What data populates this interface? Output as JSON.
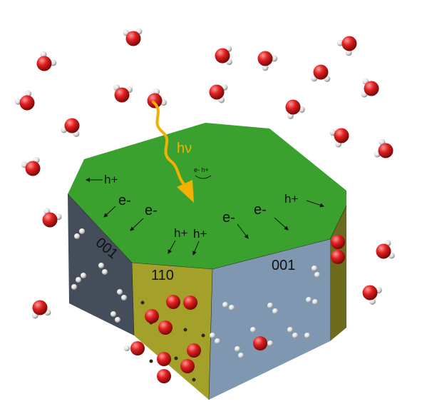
{
  "photon_label": "hν",
  "pair_label": "e- h+",
  "facet_top_left": "001",
  "facet_front": "110",
  "facet_right": "001",
  "carriers": {
    "h_top_left": "h+",
    "e1": "e-",
    "e2": "e-",
    "h_center_1": "h+",
    "h_center_2": "h+",
    "e3": "e-",
    "e4": "e-",
    "h_right": "h+"
  },
  "colors": {
    "top_face": "#3aa12f",
    "left_face": "#444e5a",
    "front_face": "#a4a12a",
    "right_face": "#7f97b0",
    "far_right_face": "#6c6a1c",
    "photon_arrow": "#f2b100",
    "oxygen": "#cc1f1f",
    "hydrogen": "#e6e6e6"
  }
}
